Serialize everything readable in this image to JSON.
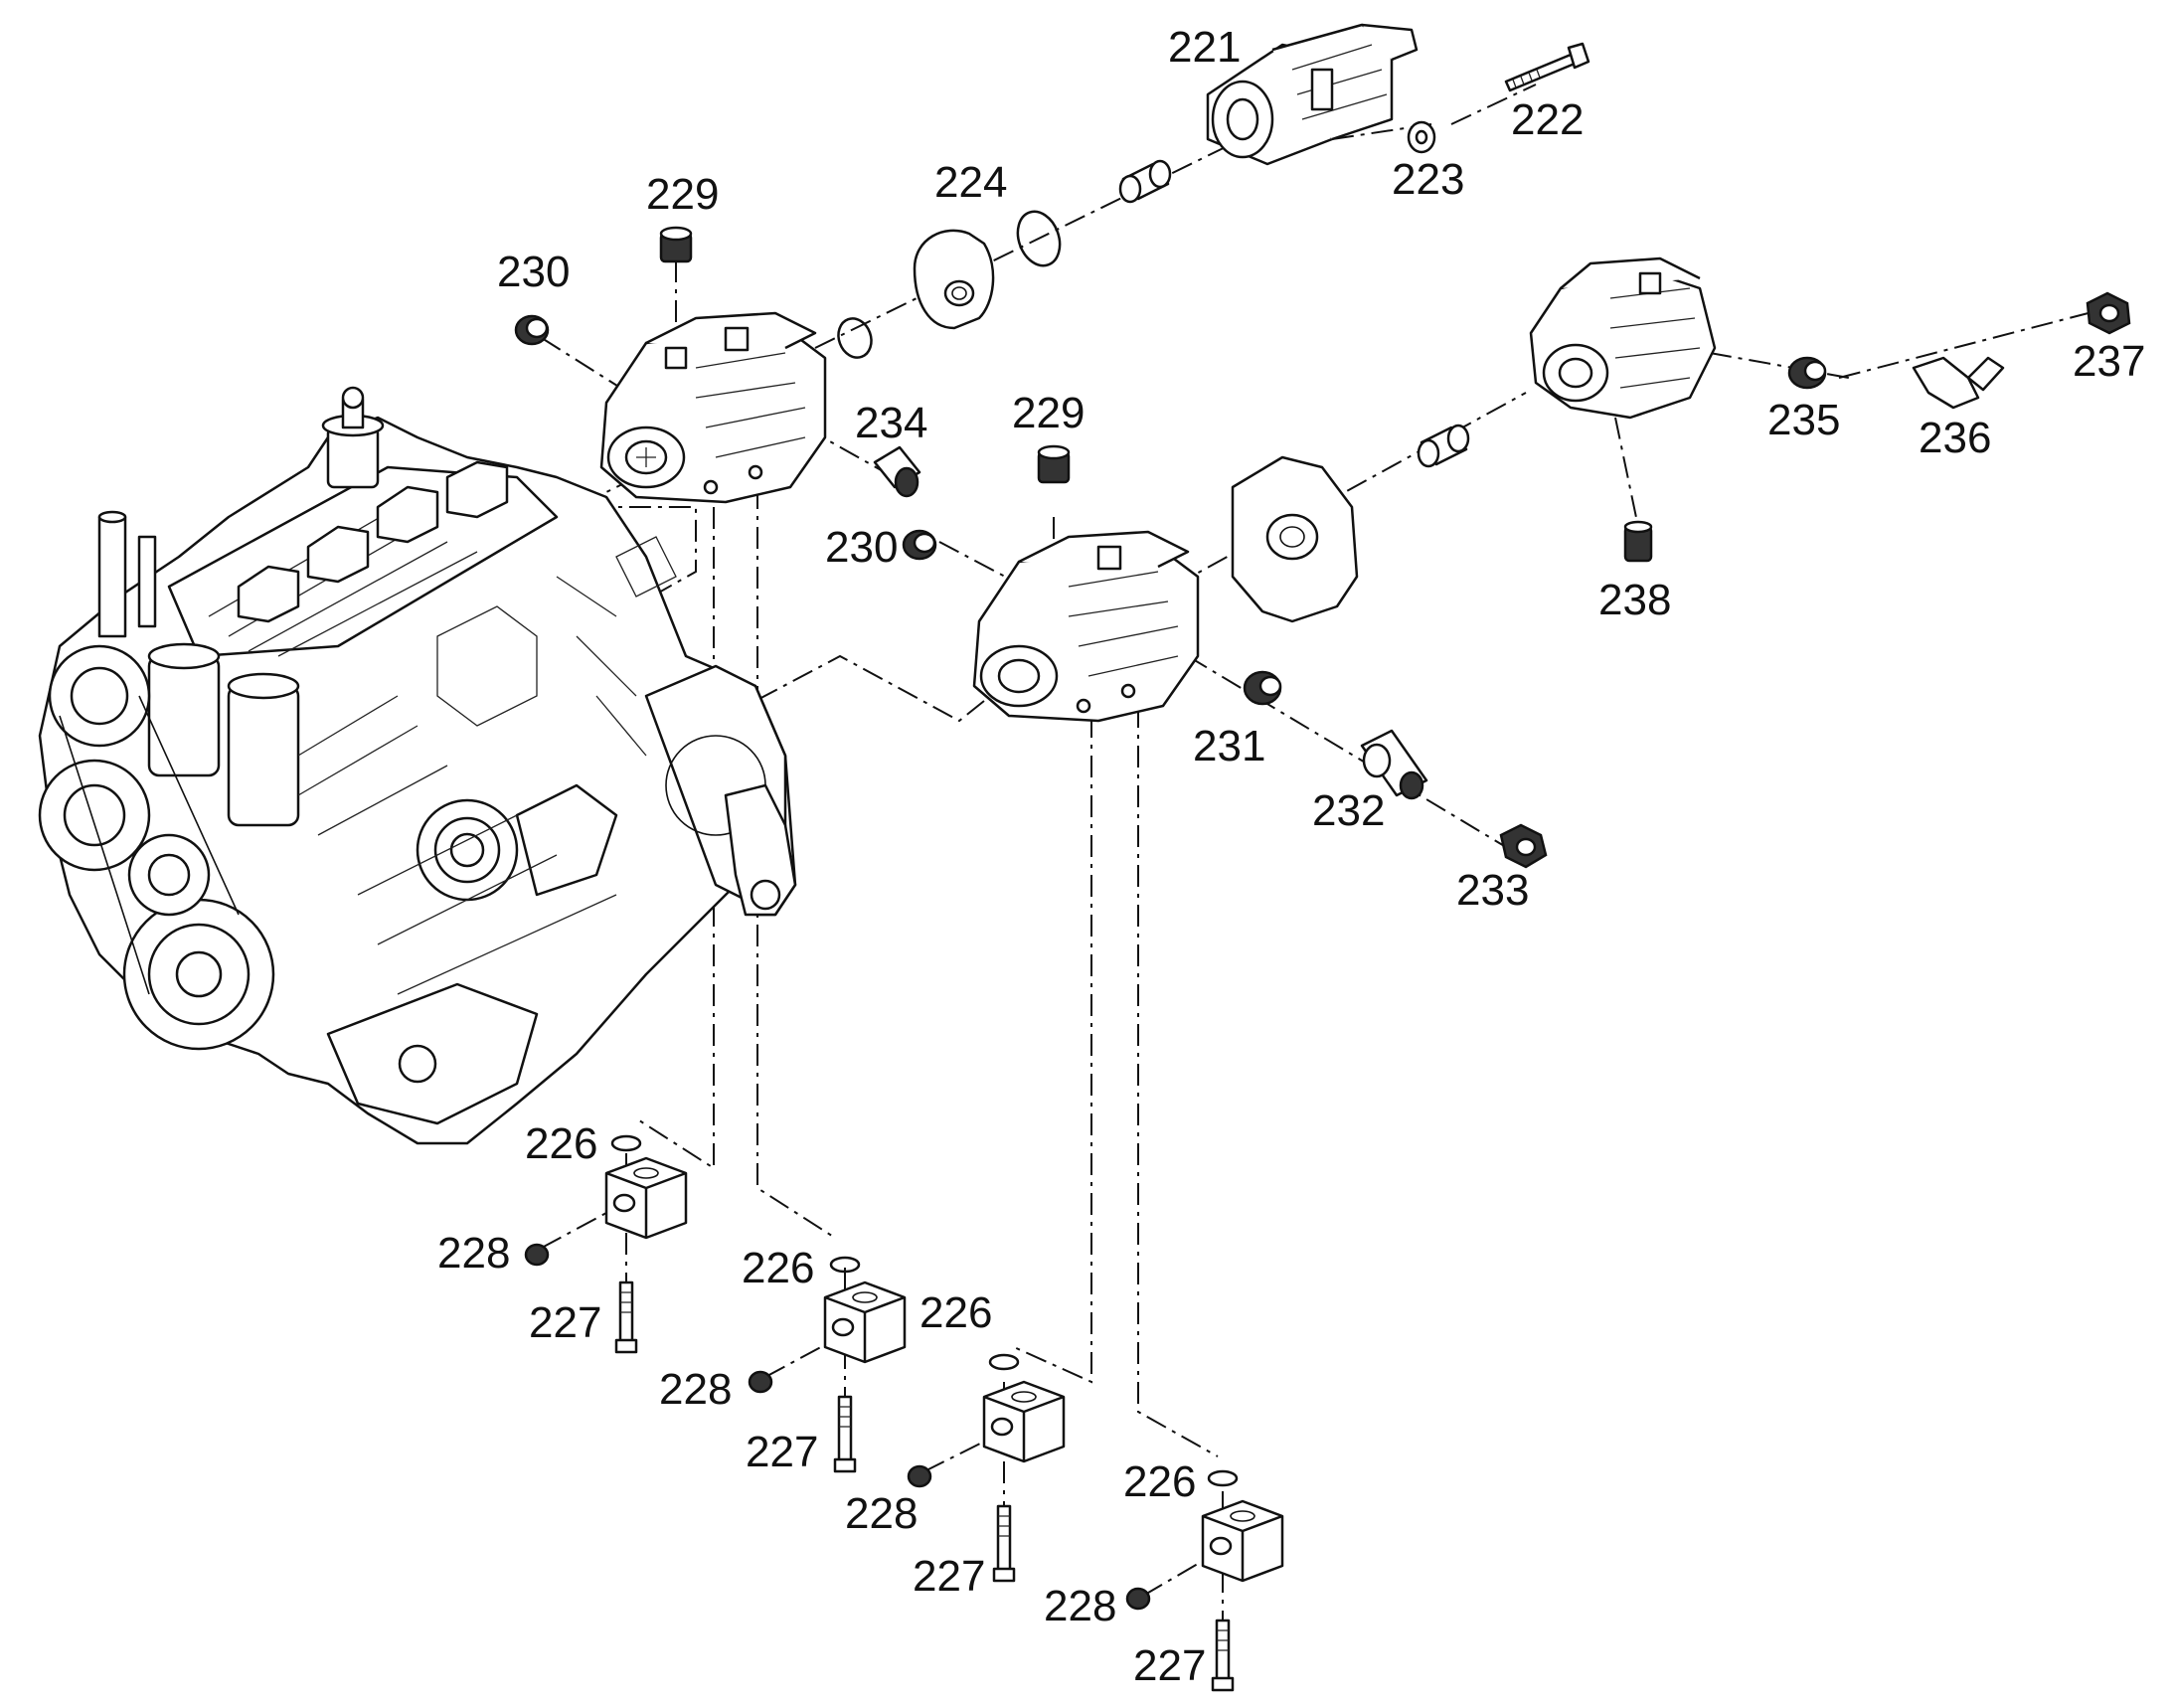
{
  "diagram": {
    "callouts": [
      {
        "id": "c221",
        "label": "221"
      },
      {
        "id": "c222",
        "label": "222"
      },
      {
        "id": "c223",
        "label": "223"
      },
      {
        "id": "c224",
        "label": "224"
      },
      {
        "id": "c229a",
        "label": "229"
      },
      {
        "id": "c230a",
        "label": "230"
      },
      {
        "id": "c234",
        "label": "234"
      },
      {
        "id": "c229b",
        "label": "229"
      },
      {
        "id": "c230b",
        "label": "230"
      },
      {
        "id": "c235",
        "label": "235"
      },
      {
        "id": "c236",
        "label": "236"
      },
      {
        "id": "c237",
        "label": "237"
      },
      {
        "id": "c238",
        "label": "238"
      },
      {
        "id": "c231",
        "label": "231"
      },
      {
        "id": "c232",
        "label": "232"
      },
      {
        "id": "c233",
        "label": "233"
      },
      {
        "id": "c226a",
        "label": "226"
      },
      {
        "id": "c228a",
        "label": "228"
      },
      {
        "id": "c227a",
        "label": "227"
      },
      {
        "id": "c226b",
        "label": "226"
      },
      {
        "id": "c228b",
        "label": "228"
      },
      {
        "id": "c227b",
        "label": "227"
      },
      {
        "id": "c226c",
        "label": "226"
      },
      {
        "id": "c228c",
        "label": "228"
      },
      {
        "id": "c227c",
        "label": "227"
      },
      {
        "id": "c226d",
        "label": "226"
      },
      {
        "id": "c228d",
        "label": "228"
      },
      {
        "id": "c227d",
        "label": "227"
      }
    ],
    "colors": {
      "line": "#111111",
      "background": "#ffffff",
      "fill_dark": "#333333",
      "fill_grey": "#d8d8d8"
    }
  }
}
